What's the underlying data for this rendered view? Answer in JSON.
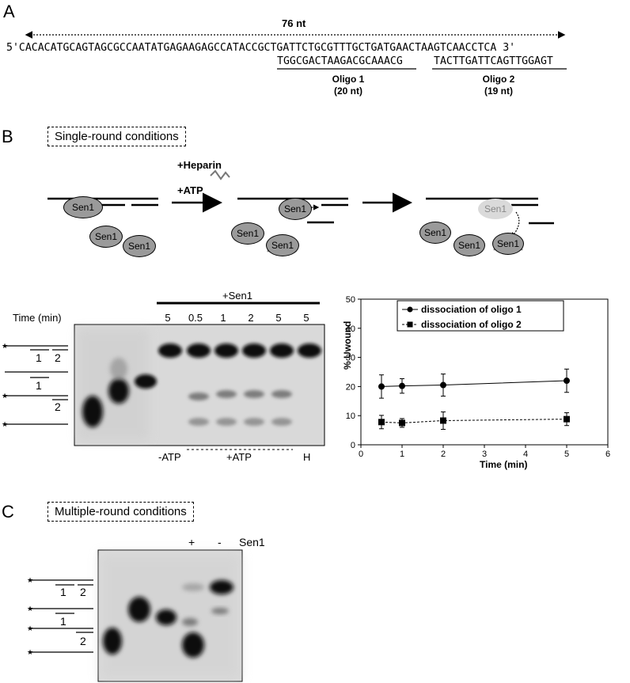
{
  "panel_a": {
    "letter": "A",
    "length_label": "76 nt",
    "sequence": "5'CACACATGCAGTAGCGCCAATATGAGAAGAGCCATACCGCTGATTCTGCGTTTGCTGATGAACTAAGTCAACCTCA 3'",
    "oligo1_seq": "TGGCGACTAAGACGCAAACG",
    "oligo2_seq": "TACTTGATTCAGTTGGAGT",
    "oligo1_name": "Oligo 1",
    "oligo1_len": "(20 nt)",
    "oligo2_name": "Oligo 2",
    "oligo2_len": "(19 nt)"
  },
  "panel_b": {
    "letter": "B",
    "condition": "Single-round conditions",
    "heparin": "+Heparin",
    "atp": "+ATP",
    "protein": "Sen1",
    "gel": {
      "sen1_header": "+Sen1",
      "time_label": "Time (min)",
      "lanes": [
        "5",
        "0.5",
        "1",
        "2",
        "5",
        "5"
      ],
      "bottom_minus_atp": "-ATP",
      "bottom_plus_atp": "+ATP",
      "bottom_h": "H",
      "substrate_labels": [
        "1",
        "2",
        "1",
        "2"
      ]
    }
  },
  "chart_data": {
    "type": "line",
    "xlabel": "Time (min)",
    "ylabel": "% Uwound",
    "xlim": [
      0,
      6
    ],
    "ylim": [
      0,
      50
    ],
    "xticks": [
      "0",
      "1",
      "2",
      "3",
      "4",
      "5",
      "6"
    ],
    "yticks": [
      "0",
      "10",
      "20",
      "30",
      "40",
      "50"
    ],
    "legend_position": "top-right",
    "series": [
      {
        "name": "dissociation of oligo 1",
        "marker": "circle",
        "line": "solid",
        "x": [
          0.5,
          1,
          2,
          5
        ],
        "y": [
          20,
          20.2,
          20.5,
          22
        ],
        "err": [
          4,
          2.5,
          3.8,
          4
        ]
      },
      {
        "name": "dissociation of oligo 2",
        "marker": "square",
        "line": "dashed",
        "x": [
          0.5,
          1,
          2,
          5
        ],
        "y": [
          7.8,
          7.5,
          8.3,
          8.8
        ],
        "err": [
          2.3,
          1.5,
          3,
          2.2
        ]
      }
    ]
  },
  "panel_c": {
    "letter": "C",
    "condition": "Multiple-round conditions",
    "plus": "+",
    "minus": "-",
    "protein": "Sen1",
    "substrate_labels": [
      "1",
      "2",
      "1",
      "2"
    ]
  },
  "colors": {
    "gel_bg": "#dcdcdc",
    "band": "#111111",
    "sen1_fill": "#9a9a9a",
    "sen1_faded": "#d6d6d6"
  }
}
